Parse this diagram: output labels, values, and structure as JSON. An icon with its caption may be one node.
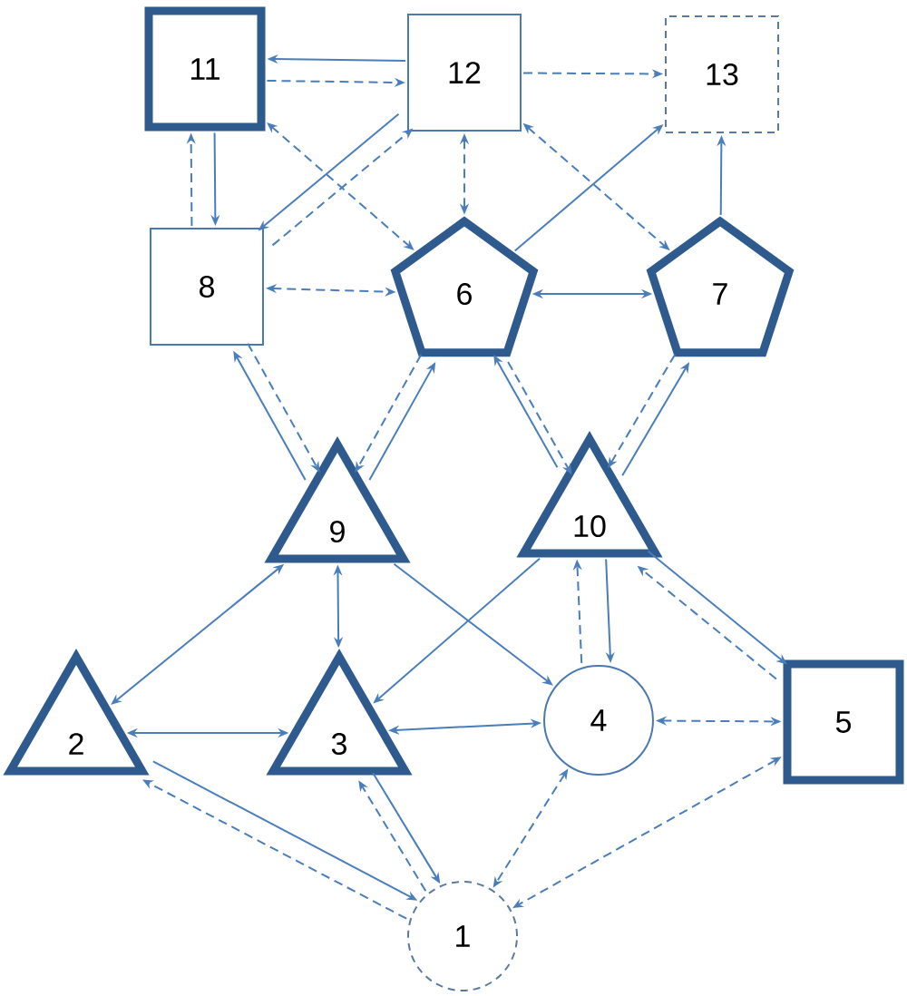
{
  "diagram": {
    "nodes": [
      {
        "text": [
          "11"
        ]
      },
      {
        "text": [
          "12"
        ]
      },
      {
        "text": [
          "13"
        ]
      },
      {
        "text": [
          "8"
        ]
      },
      {
        "text": [
          "6"
        ]
      },
      {
        "text": [
          "7"
        ]
      },
      {
        "text": [
          "9"
        ]
      },
      {
        "text": [
          "10"
        ]
      },
      {
        "text": [
          "2"
        ]
      },
      {
        "text": [
          "3"
        ]
      },
      {
        "text": [
          "4"
        ]
      },
      {
        "text": [
          "5"
        ]
      },
      {
        "text": [
          "1"
        ]
      }
    ],
    "edges": [
      {
        "from": 1,
        "to": 0,
        "arrow": "to"
      },
      {
        "from": 0,
        "to": 1,
        "arrow": "to",
        "style": "dashed"
      },
      {
        "from": 1,
        "to": 2,
        "arrow": "to",
        "style": "dashed"
      },
      {
        "from": 0,
        "to": 3,
        "arrow": "to"
      },
      {
        "from": 3,
        "to": 0,
        "arrow": "to",
        "style": "dashed"
      },
      {
        "from": 1,
        "to": 3,
        "arrow": "to"
      },
      {
        "from": 3,
        "to": 1,
        "arrow": "to",
        "style": "dashed"
      },
      {
        "from": 0,
        "to": 4,
        "arrow": "both",
        "style": "dashed"
      },
      {
        "from": 1,
        "to": 4,
        "arrow": "both",
        "style": "dashed"
      },
      {
        "from": 1,
        "to": 5,
        "arrow": "both",
        "style": "dashed"
      },
      {
        "from": 4,
        "to": 2,
        "arrow": "to"
      },
      {
        "from": 5,
        "to": 2,
        "arrow": "to"
      },
      {
        "from": 3,
        "to": 4,
        "arrow": "both",
        "style": "dashed"
      },
      {
        "from": 4,
        "to": 5,
        "arrow": "both"
      },
      {
        "from": 6,
        "to": 3,
        "arrow": "to"
      },
      {
        "from": 3,
        "to": 6,
        "arrow": "to",
        "style": "dashed"
      },
      {
        "from": 6,
        "to": 4,
        "arrow": "to"
      },
      {
        "from": 4,
        "to": 6,
        "arrow": "to",
        "style": "dashed"
      },
      {
        "from": 7,
        "to": 4,
        "arrow": "to"
      },
      {
        "from": 4,
        "to": 7,
        "arrow": "to",
        "style": "dashed"
      },
      {
        "from": 7,
        "to": 5,
        "arrow": "to"
      },
      {
        "from": 5,
        "to": 7,
        "arrow": "to",
        "style": "dashed"
      },
      {
        "from": 6,
        "to": 8,
        "arrow": "both"
      },
      {
        "from": 6,
        "to": 9,
        "arrow": "both"
      },
      {
        "from": 6,
        "to": 10,
        "arrow": "to"
      },
      {
        "from": 7,
        "to": 9,
        "arrow": "to"
      },
      {
        "from": 10,
        "to": 7,
        "arrow": "to",
        "style": "dashed"
      },
      {
        "from": 7,
        "to": 10,
        "arrow": "to"
      },
      {
        "from": 7,
        "to": 11,
        "arrow": "to"
      },
      {
        "from": 11,
        "to": 7,
        "arrow": "to",
        "style": "dashed"
      },
      {
        "from": 8,
        "to": 9,
        "arrow": "both"
      },
      {
        "from": 9,
        "to": 10,
        "arrow": "both"
      },
      {
        "from": 10,
        "to": 11,
        "arrow": "both",
        "style": "dashed"
      },
      {
        "from": 8,
        "to": 12,
        "arrow": "to"
      },
      {
        "from": 12,
        "to": 8,
        "arrow": "to",
        "style": "dashed"
      },
      {
        "from": 9,
        "to": 12,
        "arrow": "to"
      },
      {
        "from": 12,
        "to": 9,
        "arrow": "to",
        "style": "dashed"
      },
      {
        "from": 10,
        "to": 12,
        "arrow": "both",
        "style": "dashed"
      },
      {
        "from": 11,
        "to": 12,
        "arrow": "both",
        "style": "dashed"
      }
    ]
  }
}
